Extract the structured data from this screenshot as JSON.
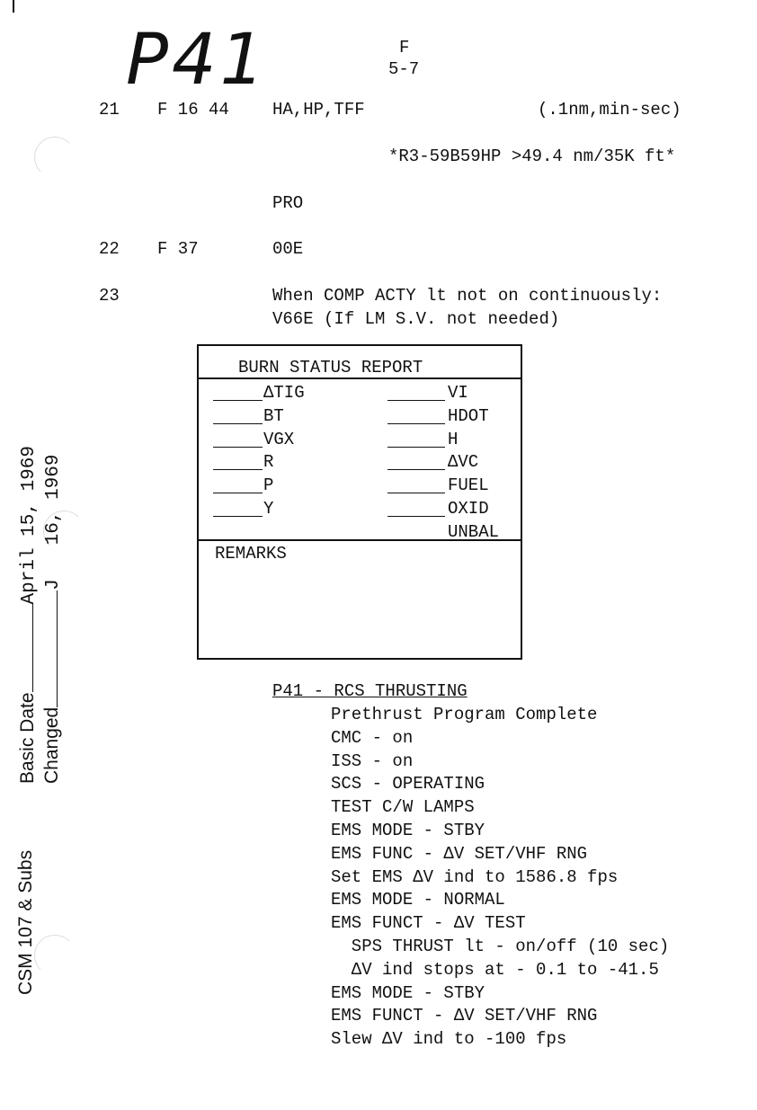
{
  "handwritten_label": "P41",
  "page_ref": {
    "section": "F",
    "page": "5-7"
  },
  "steps": [
    {
      "num": "21",
      "code": "F 16 44",
      "text": "HA,HP,TFF",
      "units": "(.1nm,min-sec)",
      "note": "*R3-59B59HP >49.4 nm/35K ft*",
      "action": "PRO"
    },
    {
      "num": "22",
      "code": "F 37",
      "text": "00E"
    },
    {
      "num": "23",
      "code": "",
      "line1": "When COMP ACTY lt not on continuously:",
      "line2": "V66E (If LM S.V. not needed)"
    }
  ],
  "burn_status": {
    "title": "BURN STATUS REPORT",
    "left": [
      "ΔTIG",
      "BT",
      "VGX",
      "R",
      "P",
      "Y"
    ],
    "right": [
      "VI",
      "HDOT",
      "H",
      "ΔVC",
      "FUEL",
      "OXID",
      "UNBAL"
    ],
    "remarks_label": "REMARKS"
  },
  "procedure": {
    "title": "P41 - RCS THRUSTING",
    "items": [
      "Prethrust Program Complete",
      "CMC - on",
      "ISS - on",
      "SCS - OPERATING",
      "TEST C/W LAMPS",
      "EMS MODE - STBY",
      "EMS FUNC - ΔV SET/VHF RNG",
      "Set EMS ΔV ind to 1586.8 fps",
      "EMS MODE - NORMAL",
      "EMS FUNCT - ΔV TEST",
      "  SPS THRUST lt - on/off (10 sec)",
      "  ΔV ind stops at - 0.1 to -41.5",
      "EMS MODE - STBY",
      "EMS FUNCT - ΔV SET/VHF RNG",
      "Slew ΔV ind to -100 fps"
    ]
  },
  "margin": {
    "doc": "CSM 107 & Subs",
    "basic_date_label": "Basic Date",
    "basic_date": "April 15, 1969",
    "changed_label": "Changed",
    "changed_date": "J   16, 1969"
  }
}
